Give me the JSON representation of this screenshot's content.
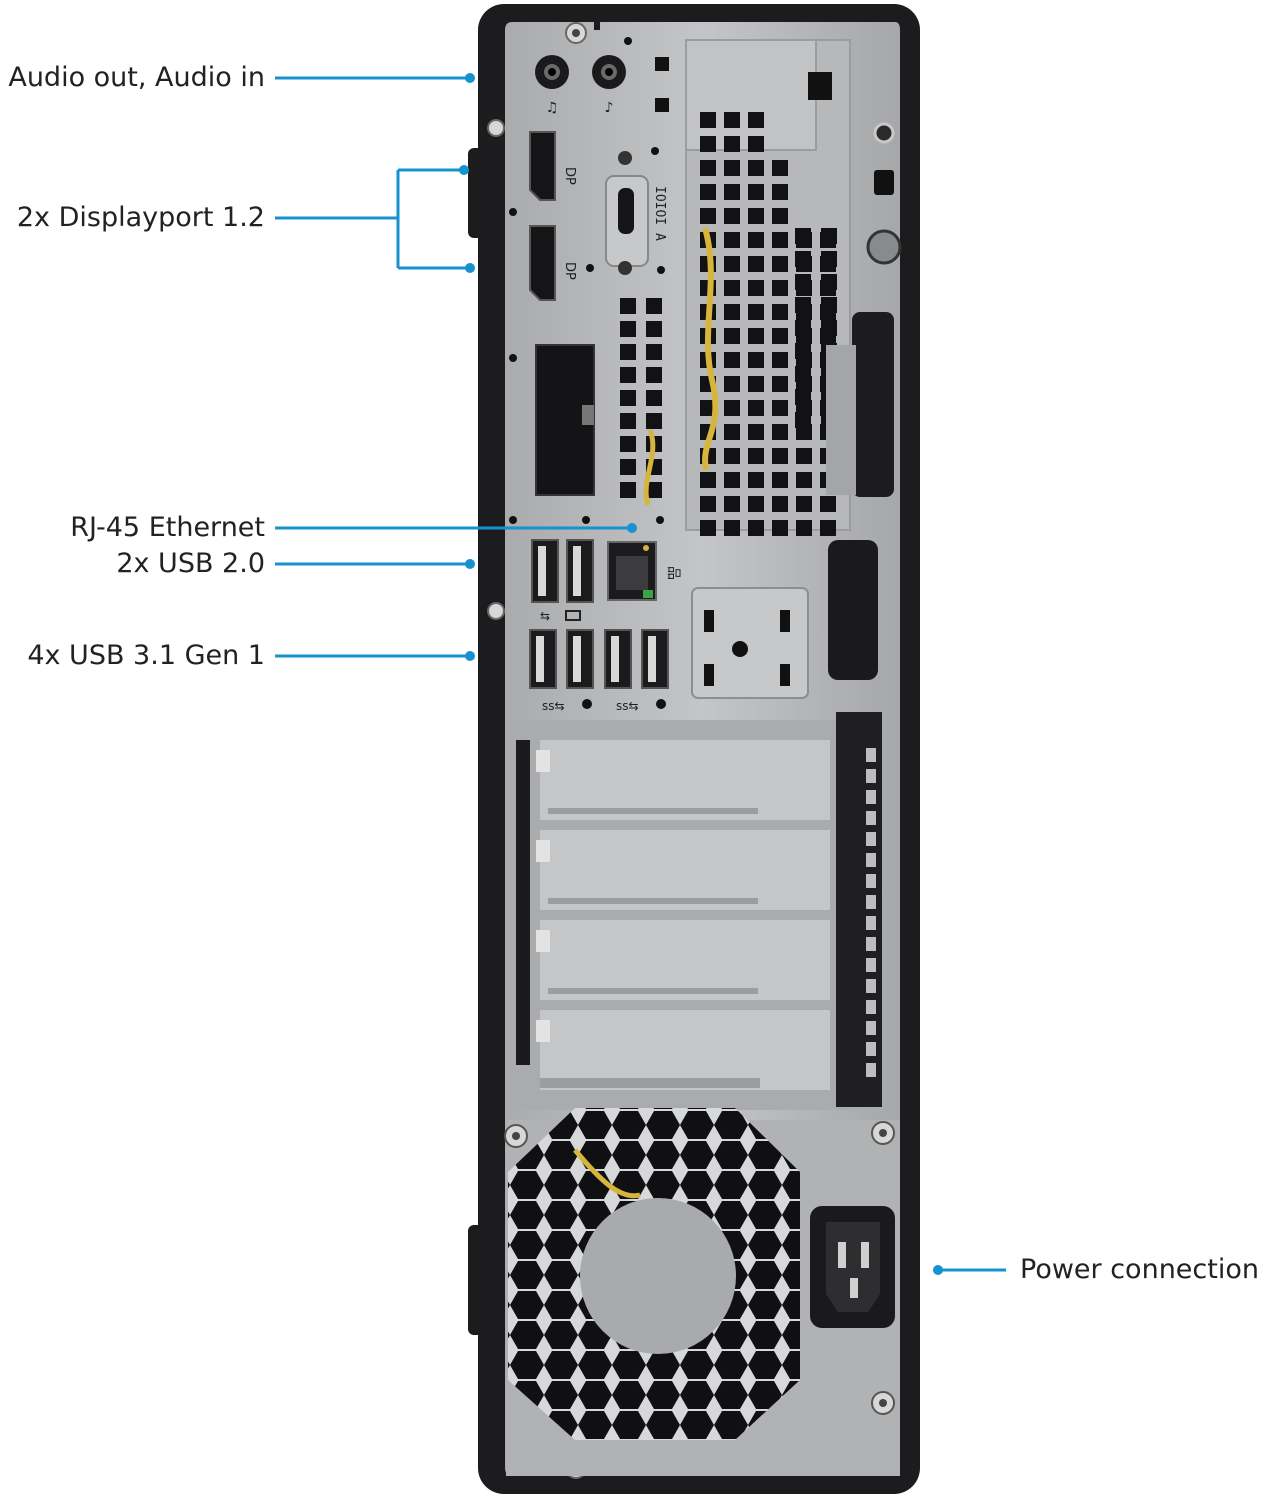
{
  "colors": {
    "accent": "#1592cf",
    "chassis": "#1c1c1e",
    "panel": "#b4b6b8",
    "panel_dark": "#8f9294",
    "hole": "#121214",
    "label_text": "#222222"
  },
  "callouts": {
    "audio": "Audio out, Audio in",
    "displayport": "2x Displayport 1.2",
    "ethernet": "RJ-45 Ethernet",
    "usb2": "2x USB 2.0",
    "usb3": "4x USB 3.1 Gen 1",
    "power": "Power connection"
  },
  "port_marks": {
    "serial": "IOIOI A"
  },
  "icons": [
    "headphone-icon",
    "microphone-icon",
    "displayport-icon",
    "usb-icon",
    "network-icon",
    "superspeed-usb-icon",
    "padlock-icon"
  ]
}
